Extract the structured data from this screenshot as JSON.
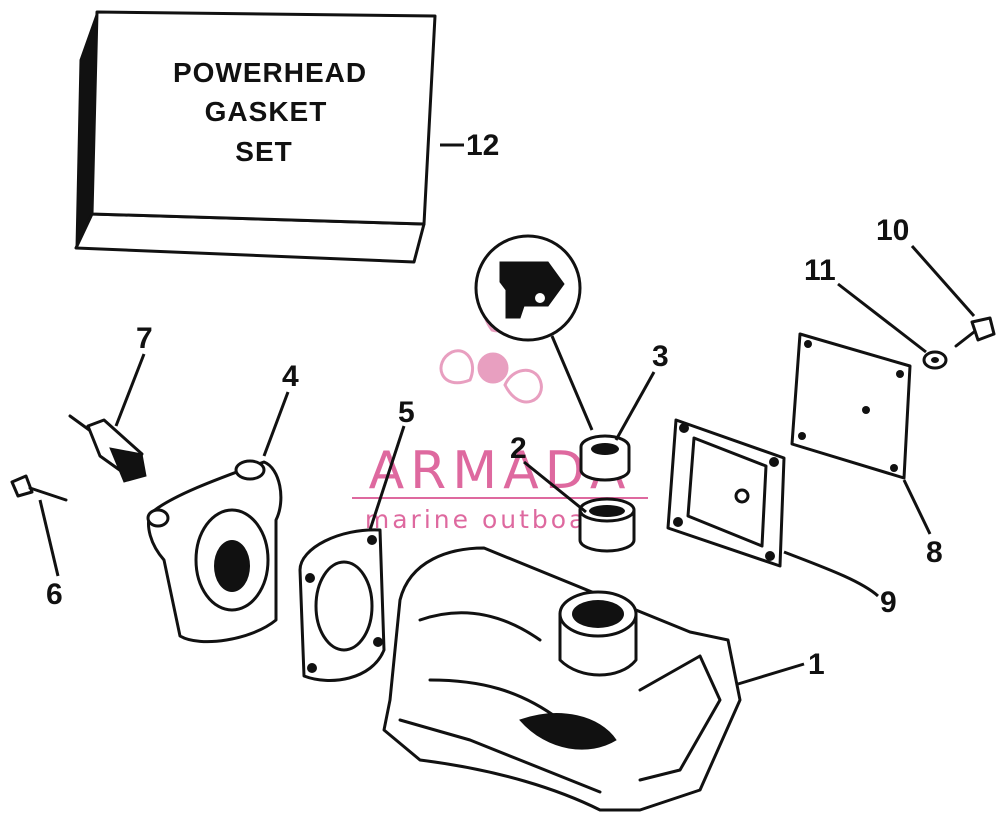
{
  "gasket_box": {
    "lines": [
      "POWERHEAD",
      "GASKET",
      "SET"
    ]
  },
  "callouts": {
    "c1": "1",
    "c2": "2",
    "c3": "3",
    "c4": "4",
    "c5": "5",
    "c6": "6",
    "c7": "7",
    "c8": "8",
    "c9": "9",
    "c10": "10",
    "c11": "11",
    "c12": "12"
  },
  "watermark": {
    "title": "ARMADA",
    "subtitle": "marine outboards",
    "color": "#d94f8f"
  },
  "colors": {
    "ink": "#111111",
    "paper": "#ffffff"
  }
}
